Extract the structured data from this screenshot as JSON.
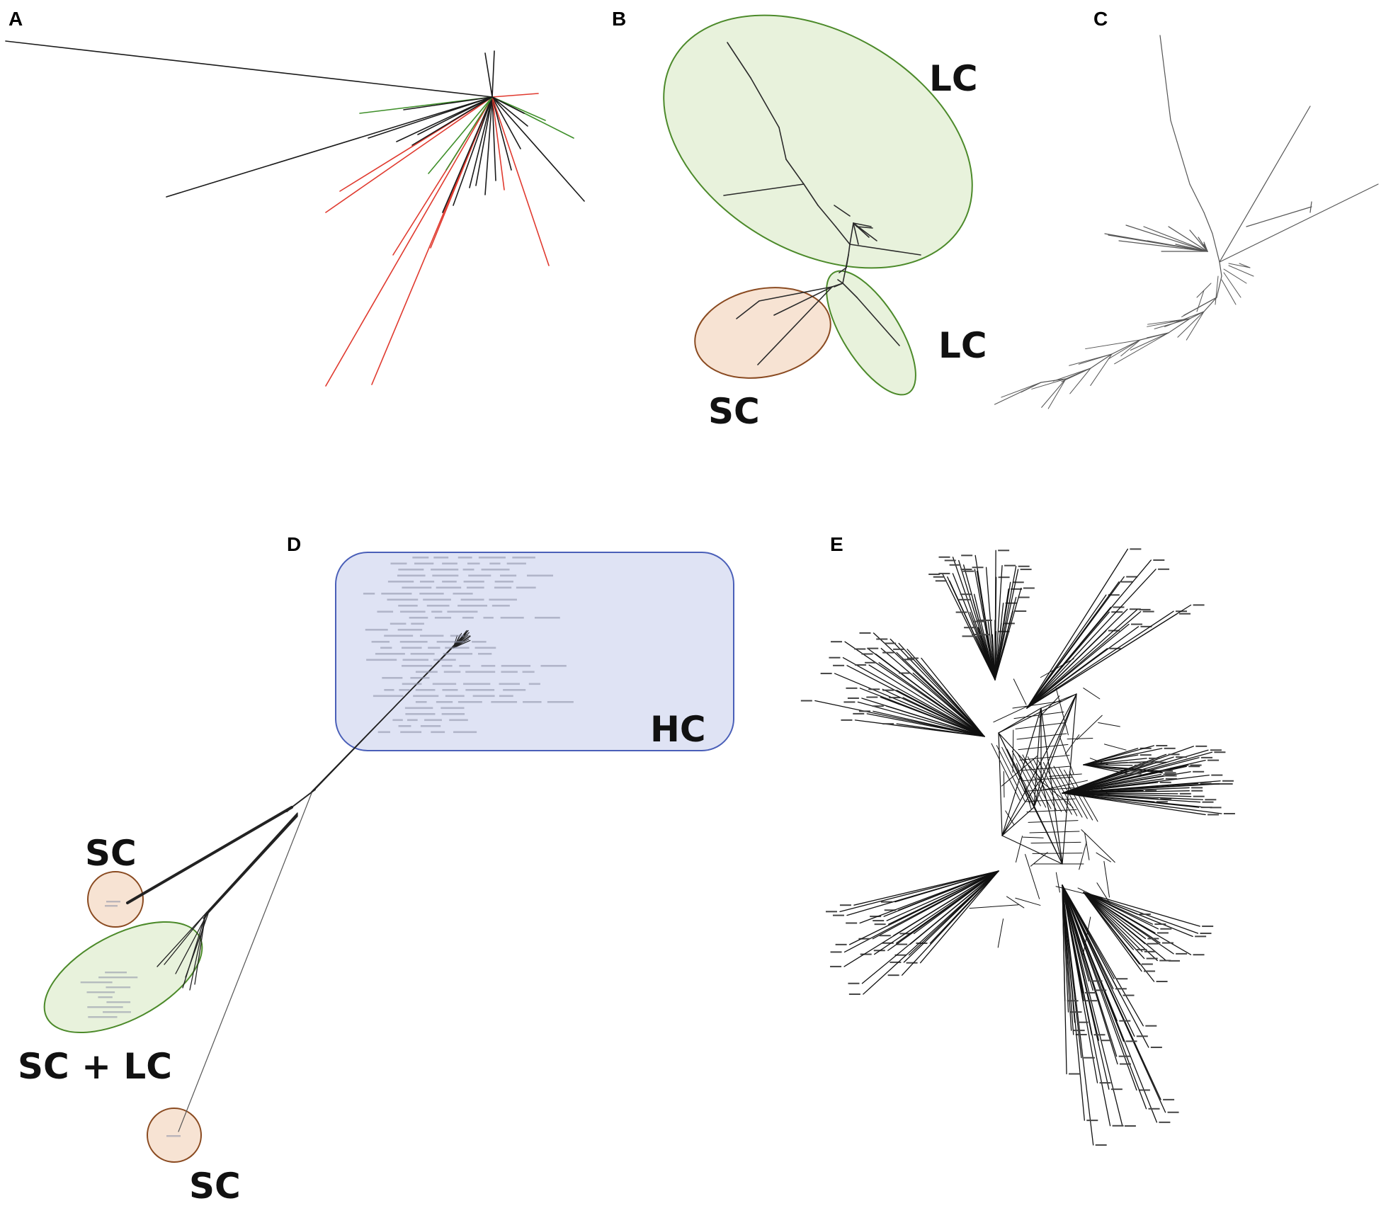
{
  "panels": {
    "a": {
      "label": "A"
    },
    "b": {
      "label": "B",
      "groups": [
        "LC",
        "LC",
        "SC"
      ]
    },
    "c": {
      "label": "C"
    },
    "d": {
      "label": "D",
      "groups": [
        "HC",
        "SC",
        "SC + LC",
        "SC"
      ]
    },
    "e": {
      "label": "E"
    }
  },
  "colors": {
    "branch_black": "#1a1a1a",
    "branch_red": "#e03a2f",
    "branch_green": "#3f8f2a",
    "lc_fill": "#e8f2dc",
    "lc_stroke": "#4c8a2a",
    "sc_fill": "#f7e3d3",
    "sc_stroke": "#8a4a20",
    "hc_fill": "#dfe3f4",
    "hc_stroke": "#4a5fb8"
  }
}
